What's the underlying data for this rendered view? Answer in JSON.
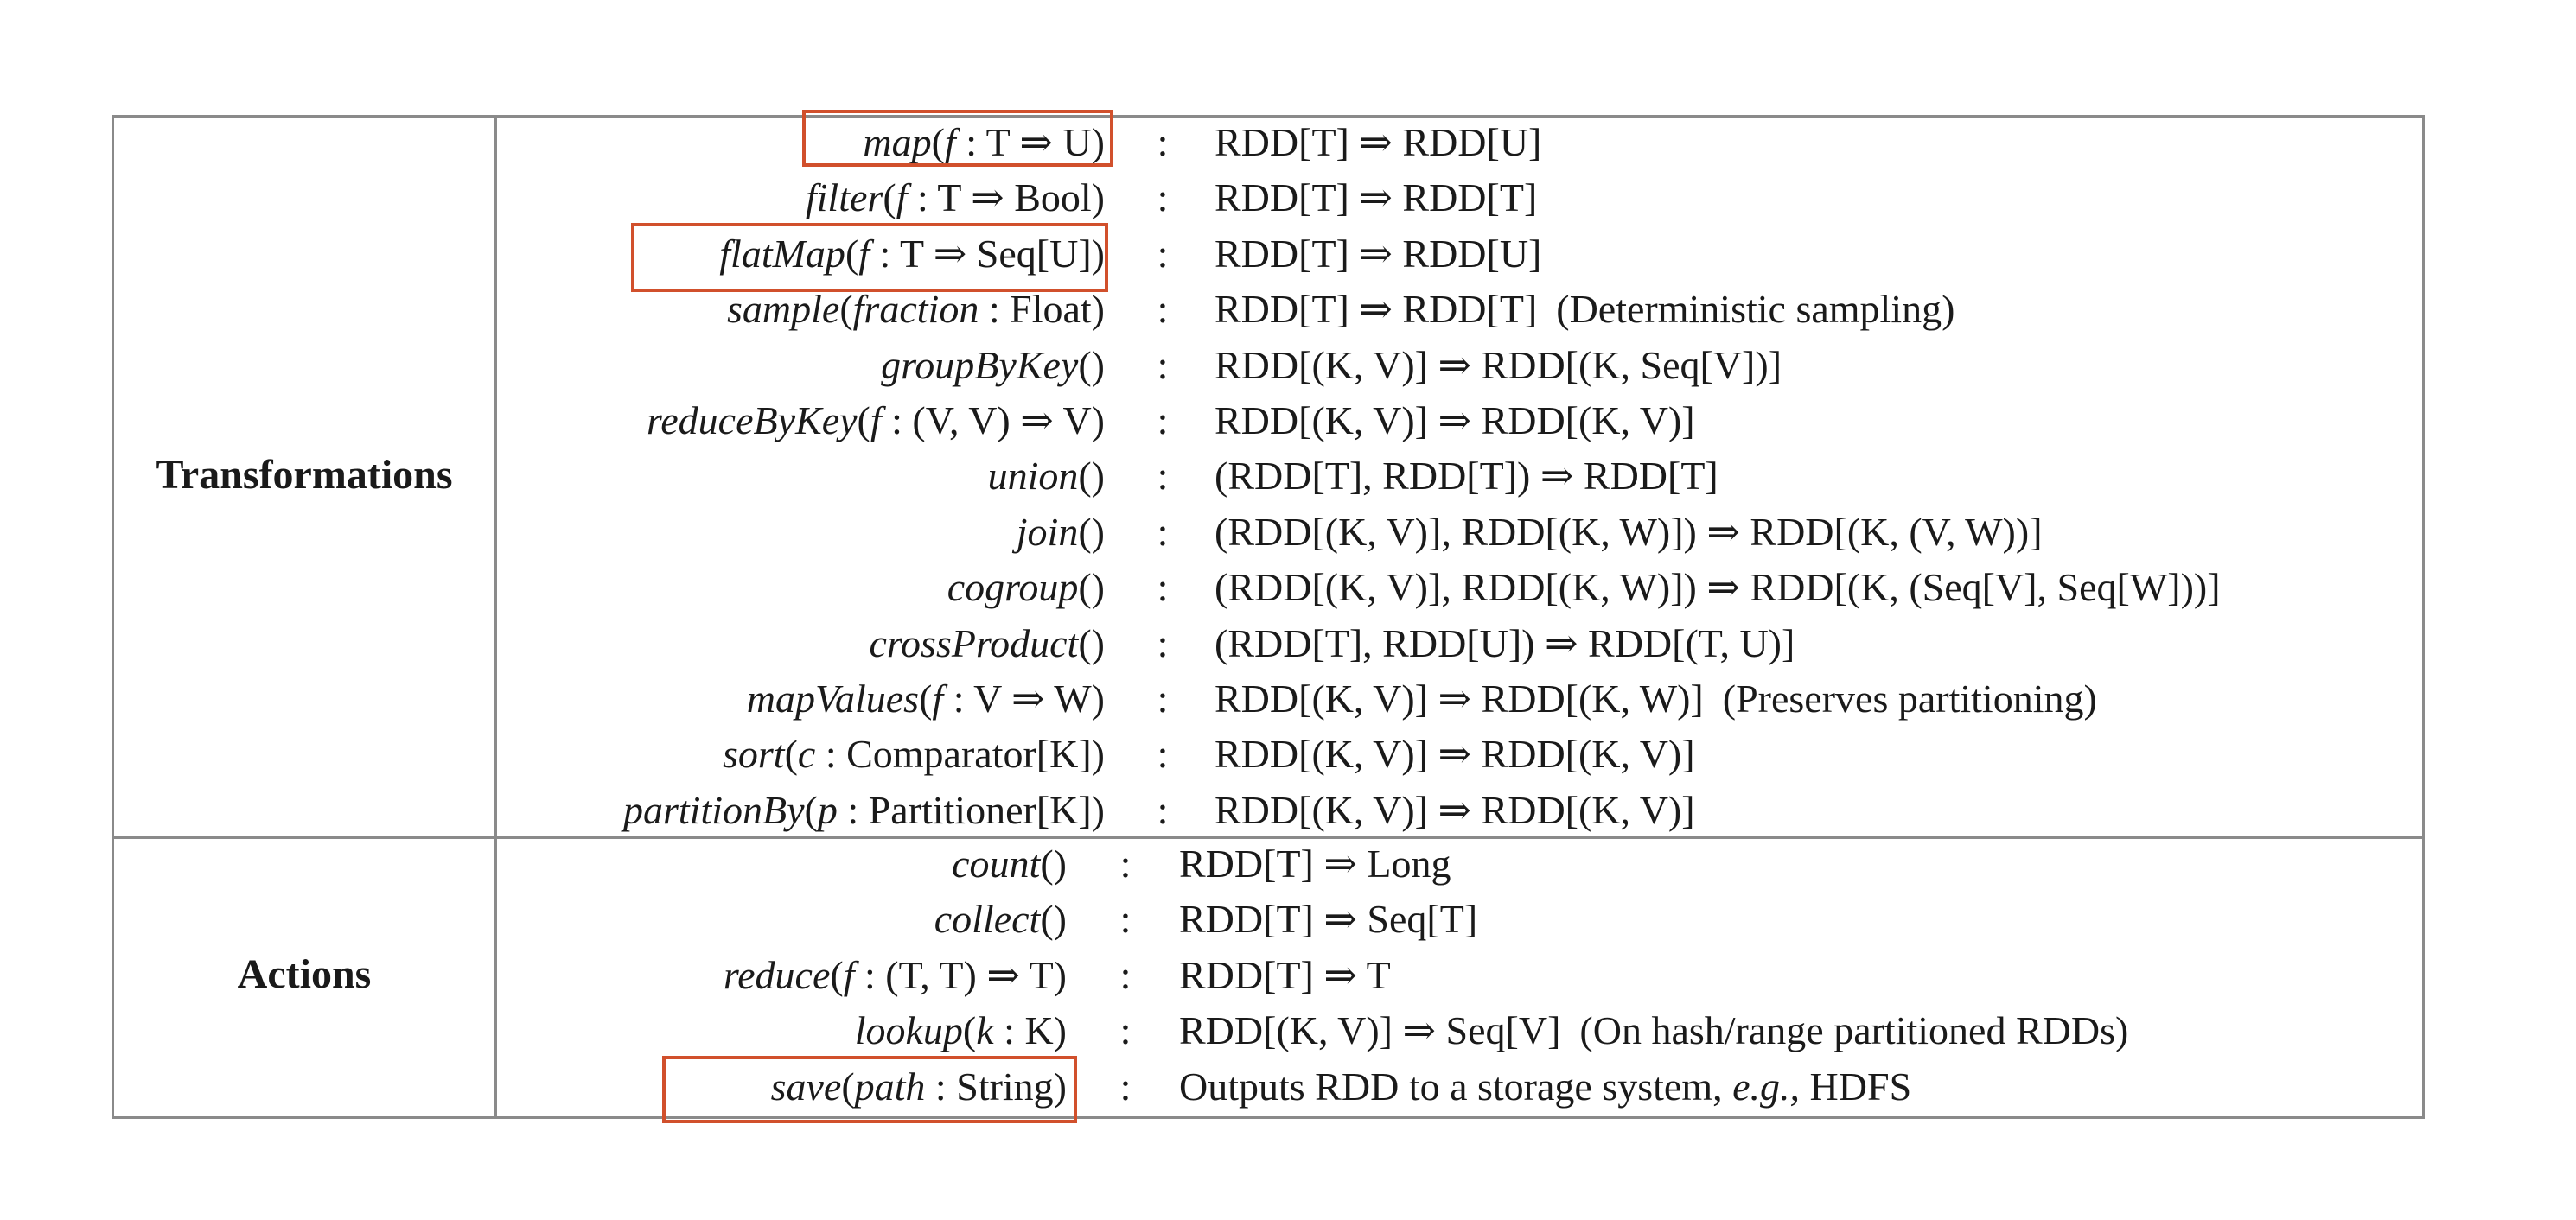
{
  "sections": {
    "transformations": "Transformations",
    "actions": "Actions"
  },
  "separator": ":",
  "highlight_color": "#d1502c",
  "transformations": [
    {
      "fn": "map",
      "open": "(",
      "param": "f",
      "ptype": " : T ⇒ U",
      "close": ")",
      "type": "RDD[T] ⇒ RDD[U]",
      "note": ""
    },
    {
      "fn": "filter",
      "open": "(",
      "param": "f",
      "ptype": " : T ⇒ Bool",
      "close": ")",
      "type": "RDD[T] ⇒ RDD[T]",
      "note": ""
    },
    {
      "fn": "flatMap",
      "open": "(",
      "param": "f",
      "ptype": " : T ⇒ Seq[U]",
      "close": ")",
      "type": "RDD[T] ⇒ RDD[U]",
      "note": ""
    },
    {
      "fn": "sample",
      "open": "(",
      "param": "fraction",
      "ptype": " : Float",
      "close": ")",
      "type": "RDD[T] ⇒ RDD[T]",
      "note": "(Deterministic sampling)"
    },
    {
      "fn": "groupByKey",
      "open": "(",
      "param": "",
      "ptype": "",
      "close": ")",
      "type": "RDD[(K, V)] ⇒ RDD[(K, Seq[V])]",
      "note": ""
    },
    {
      "fn": "reduceByKey",
      "open": "(",
      "param": "f",
      "ptype": " : (V, V) ⇒ V",
      "close": ")",
      "type": "RDD[(K, V)] ⇒ RDD[(K, V)]",
      "note": ""
    },
    {
      "fn": "union",
      "open": "(",
      "param": "",
      "ptype": "",
      "close": ")",
      "type": "(RDD[T], RDD[T]) ⇒ RDD[T]",
      "note": ""
    },
    {
      "fn": "join",
      "open": "(",
      "param": "",
      "ptype": "",
      "close": ")",
      "type": "(RDD[(K, V)], RDD[(K, W)]) ⇒ RDD[(K, (V, W))]",
      "note": ""
    },
    {
      "fn": "cogroup",
      "open": "(",
      "param": "",
      "ptype": "",
      "close": ")",
      "type": "(RDD[(K, V)], RDD[(K, W)]) ⇒ RDD[(K, (Seq[V], Seq[W]))]",
      "note": ""
    },
    {
      "fn": "crossProduct",
      "open": "(",
      "param": "",
      "ptype": "",
      "close": ")",
      "type": "(RDD[T], RDD[U]) ⇒ RDD[(T, U)]",
      "note": ""
    },
    {
      "fn": "mapValues",
      "open": "(",
      "param": "f",
      "ptype": " : V ⇒ W",
      "close": ")",
      "type": "RDD[(K, V)] ⇒ RDD[(K, W)]",
      "note": "(Preserves partitioning)"
    },
    {
      "fn": "sort",
      "open": "(",
      "param": "c",
      "ptype": " : Comparator[K]",
      "close": ")",
      "type": "RDD[(K, V)] ⇒ RDD[(K, V)]",
      "note": ""
    },
    {
      "fn": "partitionBy",
      "open": "(",
      "param": "p",
      "ptype": " : Partitioner[K]",
      "close": ")",
      "type": "RDD[(K, V)] ⇒ RDD[(K, V)]",
      "note": ""
    }
  ],
  "actions": [
    {
      "fn": "count",
      "open": "(",
      "param": "",
      "ptype": "",
      "close": ")",
      "type": "RDD[T] ⇒ Long",
      "note": ""
    },
    {
      "fn": "collect",
      "open": "(",
      "param": "",
      "ptype": "",
      "close": ")",
      "type": "RDD[T] ⇒ Seq[T]",
      "note": ""
    },
    {
      "fn": "reduce",
      "open": "(",
      "param": "f",
      "ptype": " : (T, T) ⇒ T",
      "close": ")",
      "type": "RDD[T] ⇒ T",
      "note": ""
    },
    {
      "fn": "lookup",
      "open": "(",
      "param": "k",
      "ptype": " : K",
      "close": ")",
      "type": "RDD[(K, V)] ⇒ Seq[V]",
      "note": "(On hash/range partitioned RDDs)"
    },
    {
      "fn": "save",
      "open": "(",
      "param": "path",
      "ptype": " : String",
      "close": ")",
      "type": "Outputs RDD to a storage system, ",
      "type_italic": "e.g.,",
      "type_tail": " HDFS",
      "note": ""
    }
  ]
}
